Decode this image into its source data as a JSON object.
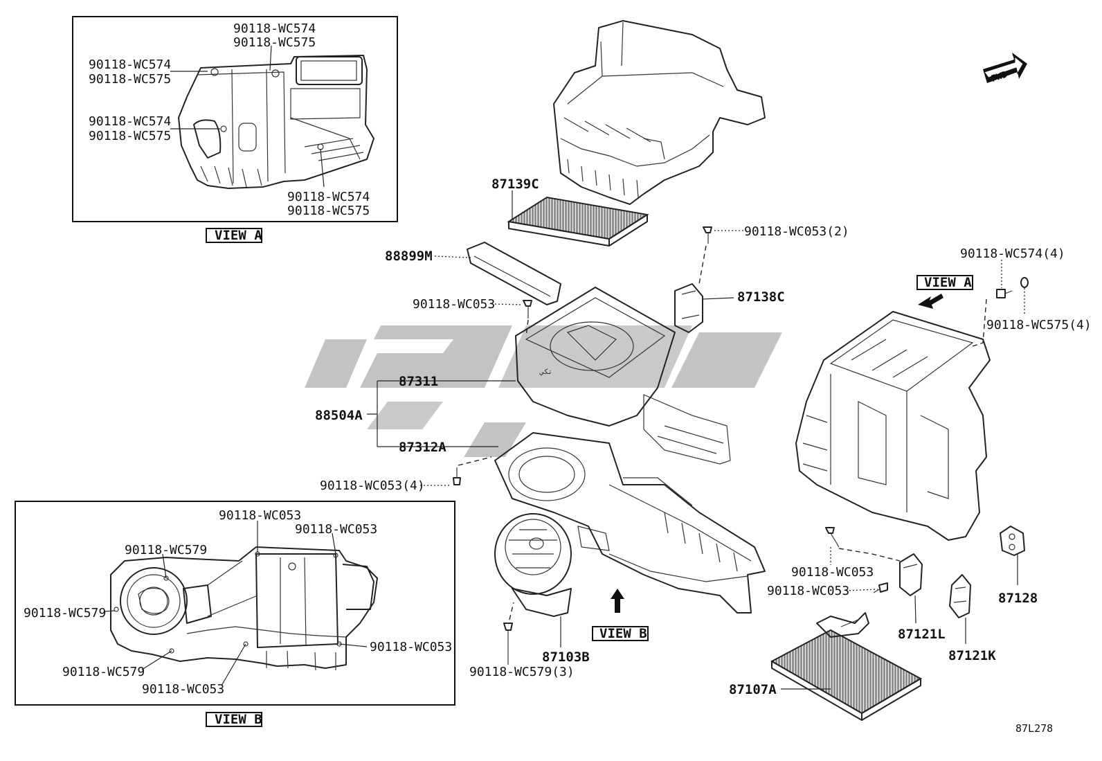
{
  "diagram_id": "87L278",
  "fwd_label": "FWD",
  "watermark_text": "تكي",
  "views": {
    "view_a": "VIEW A",
    "view_b": "VIEW B"
  },
  "view_a_labels": {
    "top_1": "90118-WC574",
    "top_2": "90118-WC575",
    "left_upper_1": "90118-WC574",
    "left_upper_2": "90118-WC575",
    "left_lower_1": "90118-WC574",
    "left_lower_2": "90118-WC575",
    "bottom_1": "90118-WC574",
    "bottom_2": "90118-WC575"
  },
  "view_b_labels": {
    "top_a": "90118-WC053",
    "top_b": "90118-WC053",
    "upper_left": "90118-WC579",
    "left": "90118-WC579",
    "right": "90118-WC053",
    "lower_left": "90118-WC579",
    "bottom": "90118-WC053"
  },
  "parts": {
    "p87139C": "87139C",
    "p88899M": "88899M",
    "s_wc053_a": "90118-WC053",
    "s_wc053_2": "90118-WC053(2)",
    "p87138C": "87138C",
    "p87311": "87311",
    "p88504A": "88504A",
    "p87312A": "87312A",
    "s_wc053_4": "90118-WC053(4)",
    "p87103B": "87103B",
    "s_wc579_3": "90118-WC579(3)",
    "view_b_ref": "VIEW B",
    "view_a_ref": "VIEW A",
    "s_wc574_4": "90118-WC574(4)",
    "s_wc575_4": "90118-WC575(4)",
    "s_wc053_b": "90118-WC053",
    "s_wc053_c": "90118-WC053",
    "p87121L": "87121L",
    "p87121K": "87121K",
    "p87128": "87128",
    "p87107A": "87107A"
  }
}
